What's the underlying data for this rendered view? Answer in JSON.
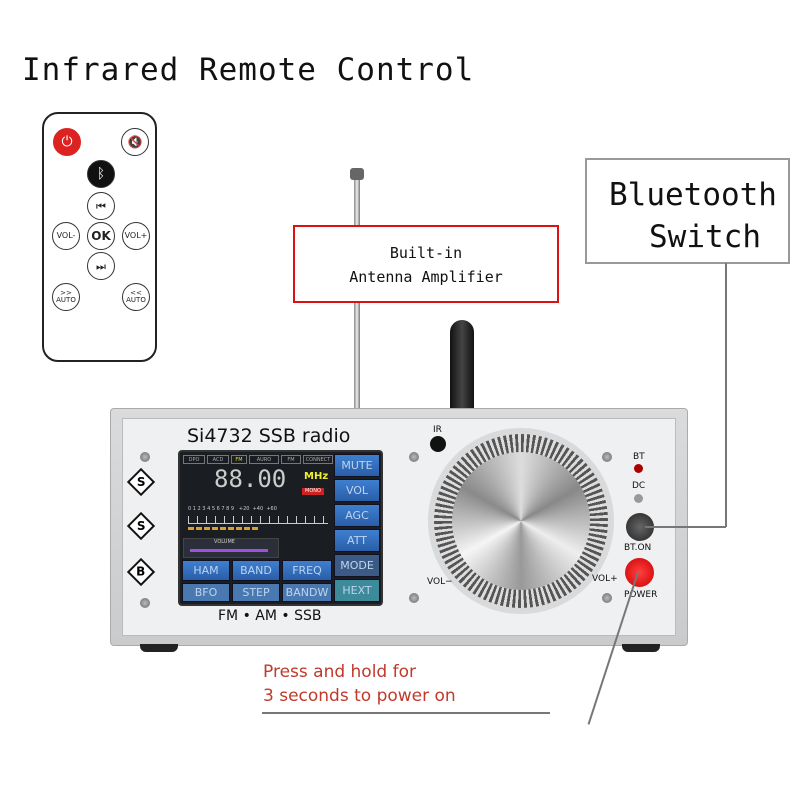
{
  "title": "Infrared Remote Control",
  "remote": {
    "buttons": [
      {
        "name": "power",
        "icon": "power-icon",
        "label": "⏻"
      },
      {
        "name": "mute",
        "icon": "mute-icon",
        "label": "🔇"
      },
      {
        "name": "bluetooth",
        "icon": "bluetooth-icon",
        "label": "ᛒ"
      },
      {
        "name": "previous",
        "icon": "previous-icon",
        "label": "⏮"
      },
      {
        "name": "vol-down",
        "label": "VOL-"
      },
      {
        "name": "ok",
        "label": "OK"
      },
      {
        "name": "vol-up",
        "label": "VOL+"
      },
      {
        "name": "next",
        "icon": "next-icon",
        "label": "⏭"
      },
      {
        "name": "auto-forward",
        "label": ">> AUTO"
      },
      {
        "name": "auto-back",
        "label": "<< AUTO"
      }
    ]
  },
  "callouts": {
    "bluetooth_line1": "Bluetooth",
    "bluetooth_line2": "Switch",
    "antenna_line1": "Built-in",
    "antenna_line2": "Antenna Amplifier",
    "power_line1": "Press and hold for",
    "power_line2": "3 seconds to power on"
  },
  "device": {
    "brand": "Si4732 SSB  radio",
    "modes": "FM • AM • SSB",
    "side_letters": [
      "S",
      "S",
      "B"
    ],
    "labels": {
      "ir": "IR",
      "bt": "BT",
      "dc": "DC",
      "bt_on": "BT.ON",
      "power": "POWER",
      "vol_minus": "VOL−",
      "vol_plus": "VOL+"
    },
    "screen": {
      "tabs": [
        "DPO",
        "ACD",
        "FM",
        "AURO",
        "FM",
        "CONNECT"
      ],
      "frequency": "88.00",
      "unit": "MHz",
      "mono": "MONO",
      "scale": "0 1 2 3 4 5 6 7 8 9   +20  +40  +60",
      "volume_label": "VOLUME",
      "side_buttons": [
        "MUTE",
        "VOL",
        "AGC",
        "ATT",
        "MODE",
        "HEXT"
      ],
      "bottom_buttons": [
        "HAM",
        "BAND",
        "FREQ",
        "BFO",
        "STEP",
        "BANDW"
      ]
    }
  },
  "colors": {
    "accent_red": "#d11111",
    "screen_blue": "#3f7fd0"
  }
}
